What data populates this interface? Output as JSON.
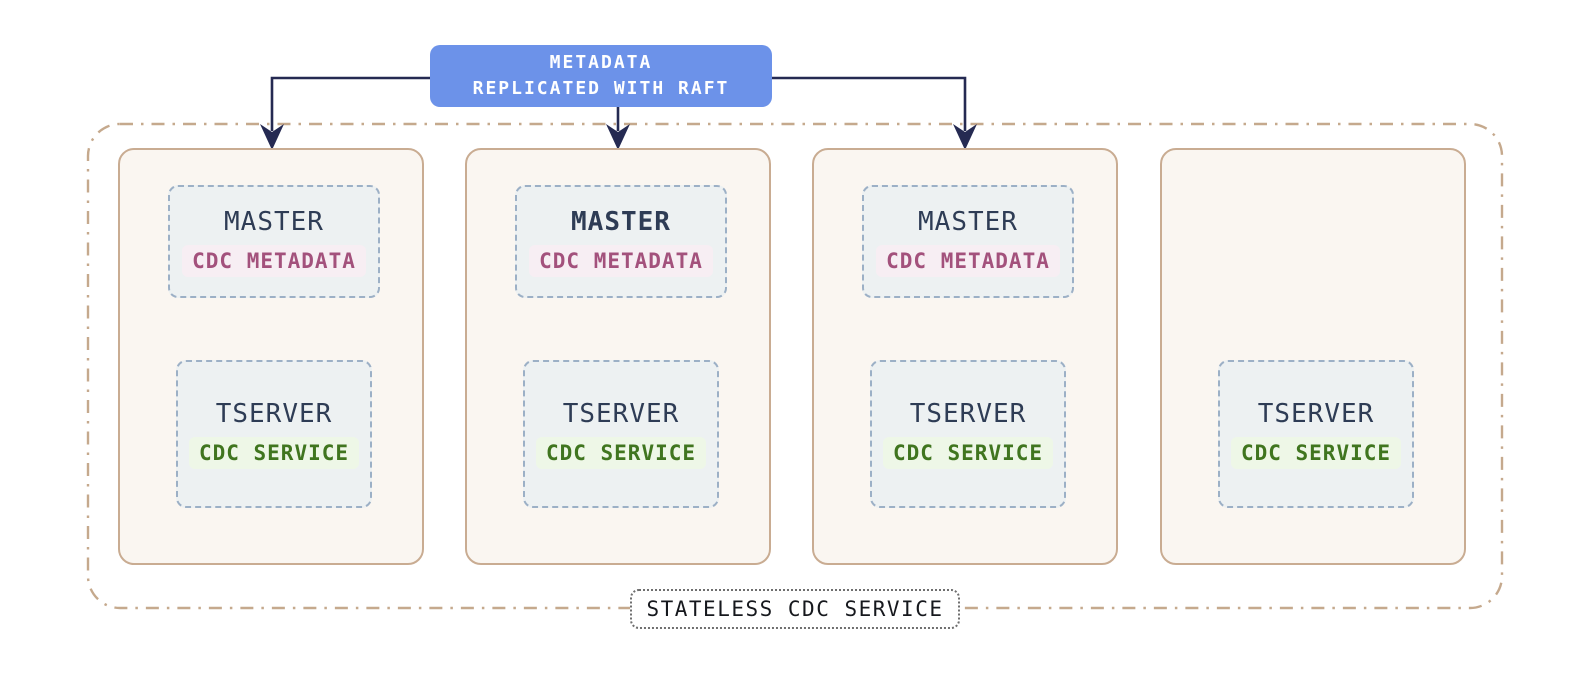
{
  "raft_box": {
    "line1": "METADATA",
    "line2": "REPLICATED WITH RAFT"
  },
  "cluster": {
    "label": "STATELESS CDC SERVICE"
  },
  "nodes": [
    {
      "master_title": "MASTER",
      "master_chip": "CDC METADATA",
      "tserver_title": "TSERVER",
      "tserver_chip": "CDC SERVICE"
    },
    {
      "master_title": "MASTER",
      "master_chip": "CDC METADATA",
      "tserver_title": "TSERVER",
      "tserver_chip": "CDC SERVICE"
    },
    {
      "master_title": "MASTER",
      "master_chip": "CDC METADATA",
      "tserver_title": "TSERVER",
      "tserver_chip": "CDC SERVICE"
    },
    {
      "tserver_title": "TSERVER",
      "tserver_chip": "CDC SERVICE"
    }
  ],
  "colors": {
    "raft_box_bg": "#6c92e9",
    "arrow": "#252a52",
    "cluster_border": "#c5a98d",
    "node_border": "#c9ac92",
    "node_bg": "#faf6f1",
    "inner_box_bg": "#edf1f2",
    "inner_box_border": "#9cb0c6",
    "title_text": "#2e3c55",
    "metadata_text": "#a3517c",
    "metadata_bg": "#f7eef3",
    "service_text": "#40751f",
    "service_bg": "#eef7e7"
  }
}
